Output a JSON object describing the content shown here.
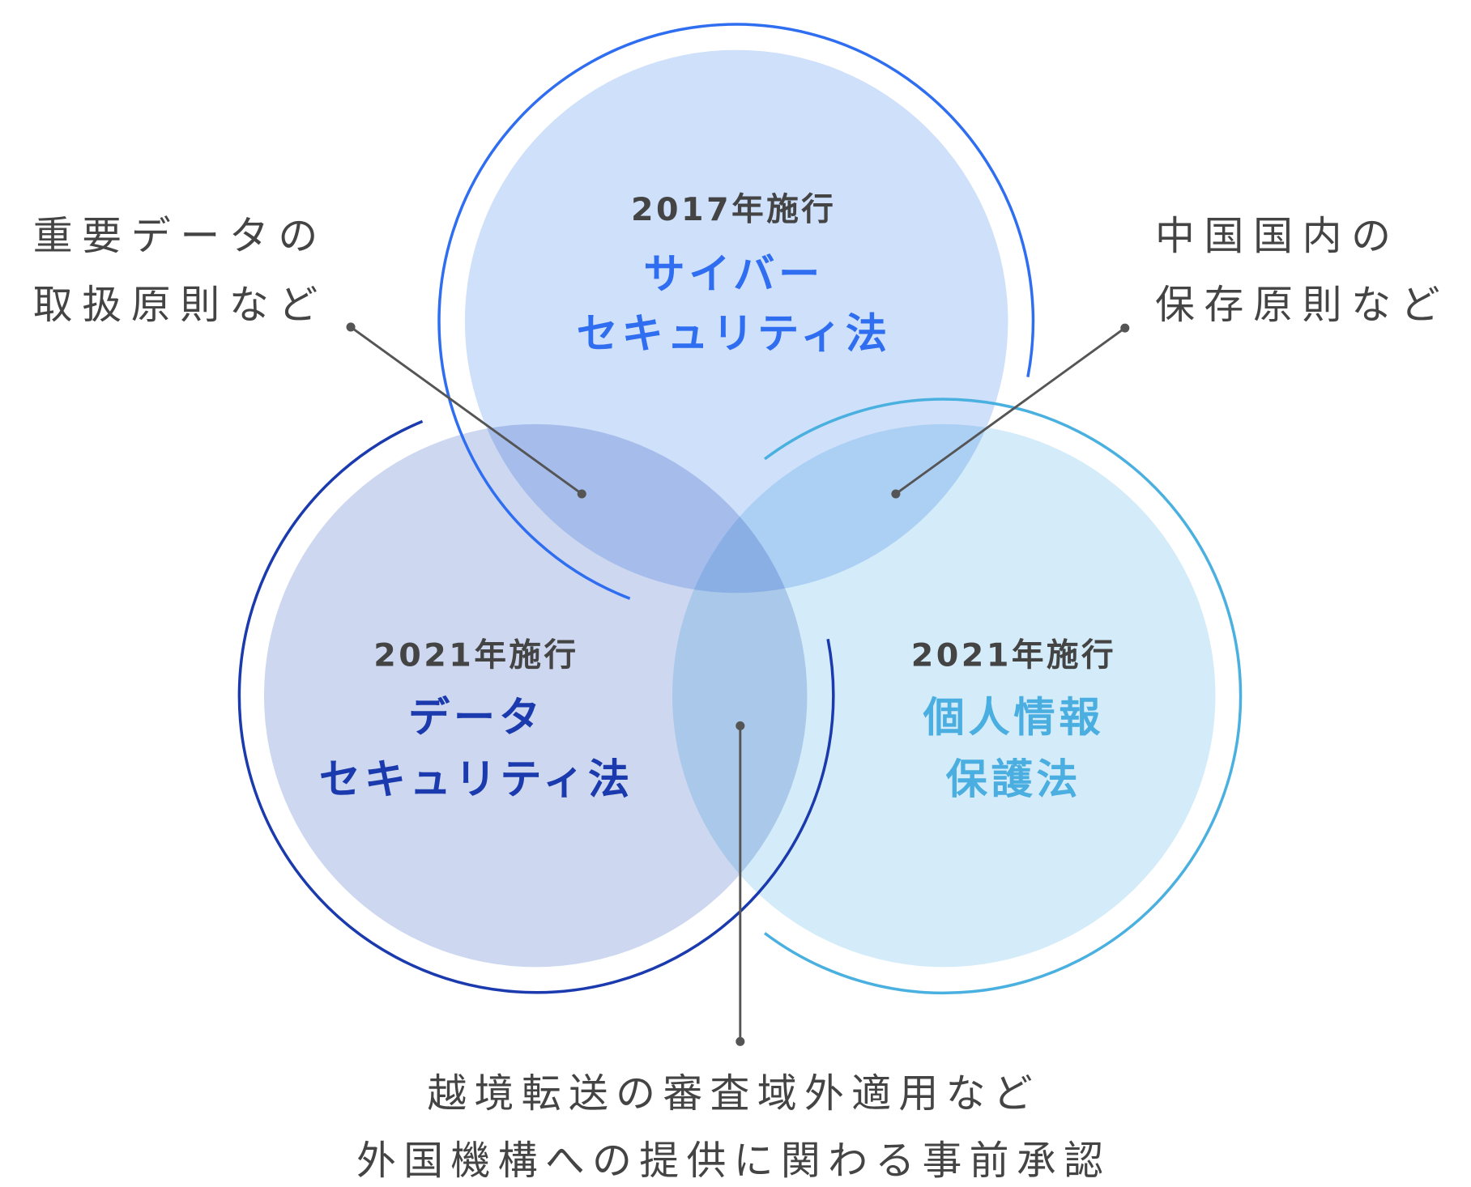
{
  "colors": {
    "cyber": "#2f6ef0",
    "data": "#1a3aad",
    "privacy": "#4aaee0",
    "text": "#444444"
  },
  "circles": [
    {
      "id": "cyber",
      "year": "2017年施行",
      "name_lines": [
        "サイバー",
        "セキュリティ法"
      ]
    },
    {
      "id": "data",
      "year": "2021年施行",
      "name_lines": [
        "データ",
        "セキュリティ法"
      ]
    },
    {
      "id": "privacy",
      "year": "2021年施行",
      "name_lines": [
        "個人情報",
        "保護法"
      ]
    }
  ],
  "annotations": {
    "cyber_data": [
      "重要データの",
      "取扱原則など"
    ],
    "cyber_privacy": [
      "中国国内の",
      "保存原則など"
    ],
    "all_three": [
      "越境転送の審査域外適用など",
      "外国機構への提供に関わる事前承認"
    ]
  }
}
